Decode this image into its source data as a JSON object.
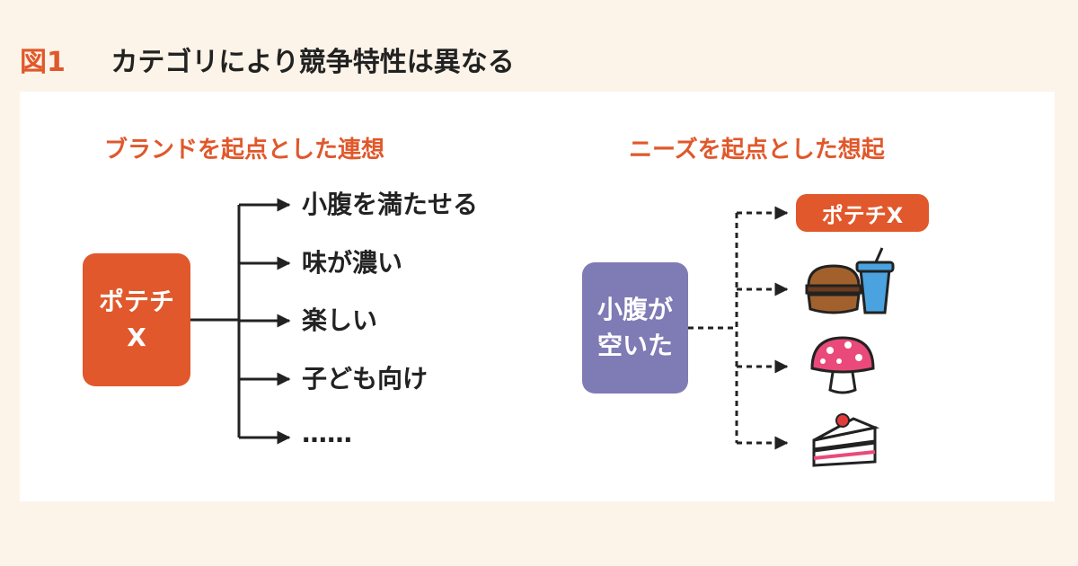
{
  "header": {
    "figure_number": "図1",
    "title": "カテゴリにより競争特性は異なる"
  },
  "left": {
    "heading": "ブランドを起点とした連想",
    "source_line1": "ポテチ",
    "source_line2": "X",
    "associations": [
      "小腹を満たせる",
      "味が濃い",
      "楽しい",
      "子ども向け",
      "……"
    ]
  },
  "right": {
    "heading": "ニーズを起点とした想起",
    "source_line1": "小腹が",
    "source_line2": "空いた",
    "first_result": "ポテチX",
    "icons": [
      "burger-and-drink-icon",
      "mushroom-snack-icon",
      "cake-slice-icon"
    ]
  },
  "colors": {
    "accent": "#e0582b",
    "need_box": "#7f7bb5",
    "background": "#fcf4e8",
    "panel": "#ffffff",
    "text": "#222222"
  }
}
